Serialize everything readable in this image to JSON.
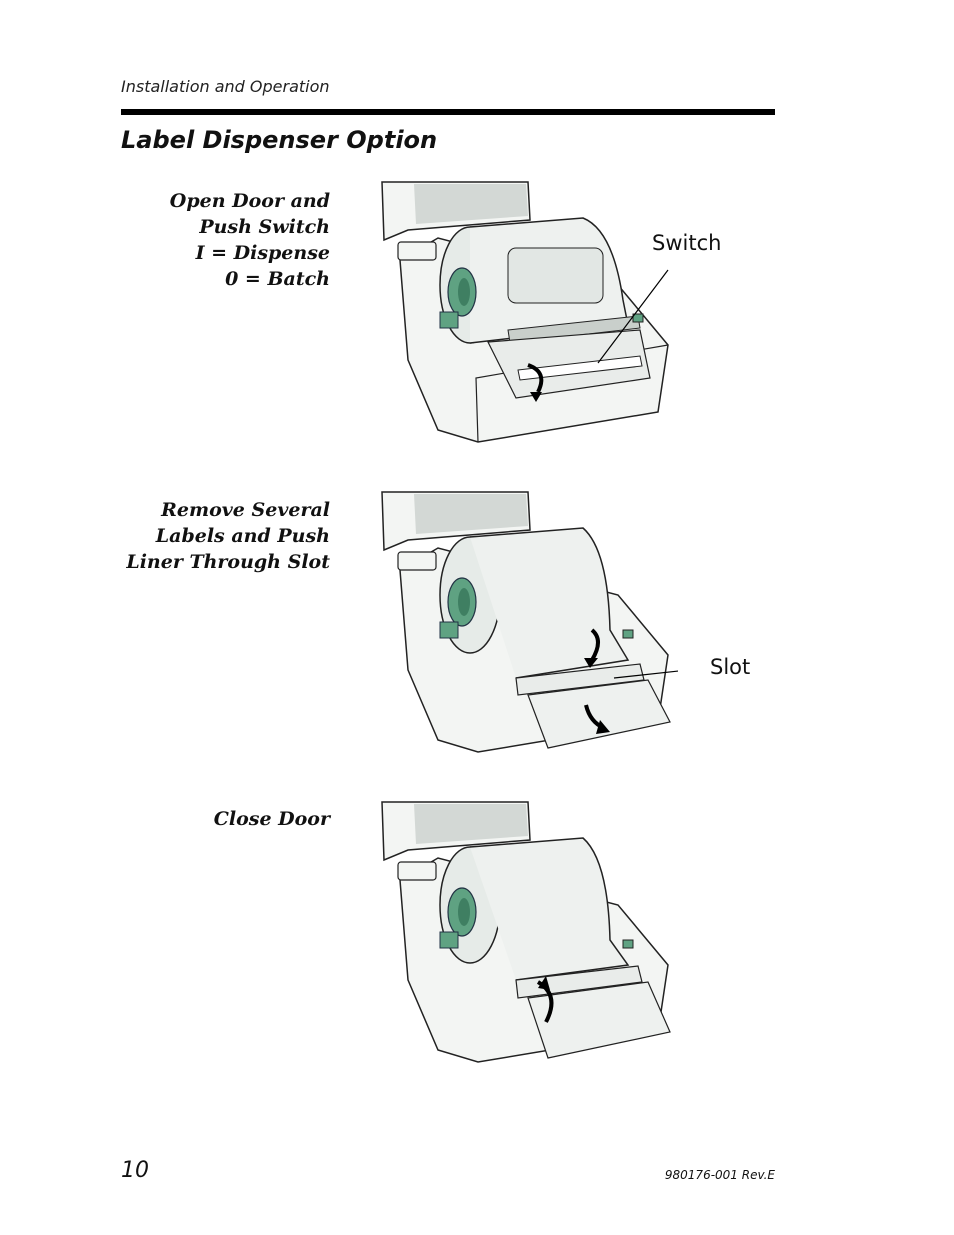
{
  "header": {
    "section": "Installation and Operation"
  },
  "title": "Label Dispenser Option",
  "steps": [
    {
      "lines": [
        "Open Door and",
        "Push Switch",
        "I = Dispense",
        "0 = Batch"
      ]
    },
    {
      "lines": [
        "Remove Several",
        "Labels and Push",
        "Liner Through Slot"
      ]
    },
    {
      "lines": [
        "Close Door"
      ]
    }
  ],
  "callouts": {
    "switch": "Switch",
    "slot": "Slot"
  },
  "colors": {
    "spindle_green": "#5fa282",
    "body": "#f3f5f3",
    "shade": "#c9cfcb"
  },
  "footer": {
    "page_number": "10",
    "doc_number": "980176-001 Rev.E"
  }
}
